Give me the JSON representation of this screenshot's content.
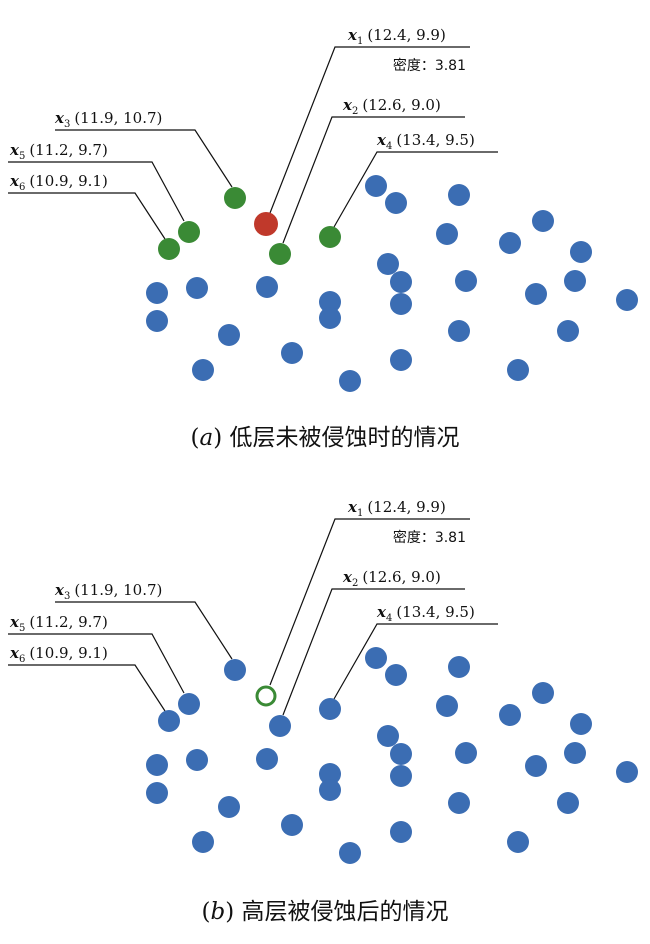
{
  "colors": {
    "background": "#1a1a1a",
    "point_default": "#3b6db3",
    "point_neighbor": "#3a8a35",
    "point_selected": "#c0392b",
    "point_eroded_ring": "#3a8a35",
    "leader_line": "#111111"
  },
  "panels": [
    {
      "id": "a",
      "caption": {
        "letter": "a",
        "text": "低层未被侵蚀时的情况"
      },
      "selected_point_style": "filled-red",
      "labels": [
        {
          "id": "x1",
          "var": "x",
          "sub": "1",
          "coords": "(12.4, 9.9)",
          "density_label": "密度：",
          "density_value": "3.81"
        },
        {
          "id": "x2",
          "var": "x",
          "sub": "2",
          "coords": "(12.6, 9.0)"
        },
        {
          "id": "x3",
          "var": "x",
          "sub": "3",
          "coords": "(11.9, 10.7)"
        },
        {
          "id": "x4",
          "var": "x",
          "sub": "4",
          "coords": "(13.4, 9.5)"
        },
        {
          "id": "x5",
          "var": "x",
          "sub": "5",
          "coords": "(11.2, 9.7)"
        },
        {
          "id": "x6",
          "var": "x",
          "sub": "6",
          "coords": "(10.9, 9.1)"
        }
      ]
    },
    {
      "id": "b",
      "caption": {
        "letter": "b",
        "text": "高层被侵蚀后的情况"
      },
      "selected_point_style": "hollow-ring",
      "labels": [
        {
          "id": "x1",
          "var": "x",
          "sub": "1",
          "coords": "(12.4, 9.9)",
          "density_label": "密度：",
          "density_value": "3.81"
        },
        {
          "id": "x2",
          "var": "x",
          "sub": "2",
          "coords": "(12.6, 9.0)"
        },
        {
          "id": "x3",
          "var": "x",
          "sub": "3",
          "coords": "(11.9, 10.7)"
        },
        {
          "id": "x4",
          "var": "x",
          "sub": "4",
          "coords": "(13.4, 9.5)"
        },
        {
          "id": "x5",
          "var": "x",
          "sub": "5",
          "coords": "(11.2, 9.7)"
        },
        {
          "id": "x6",
          "var": "x",
          "sub": "6",
          "coords": "(10.9, 9.1)"
        }
      ]
    }
  ]
}
